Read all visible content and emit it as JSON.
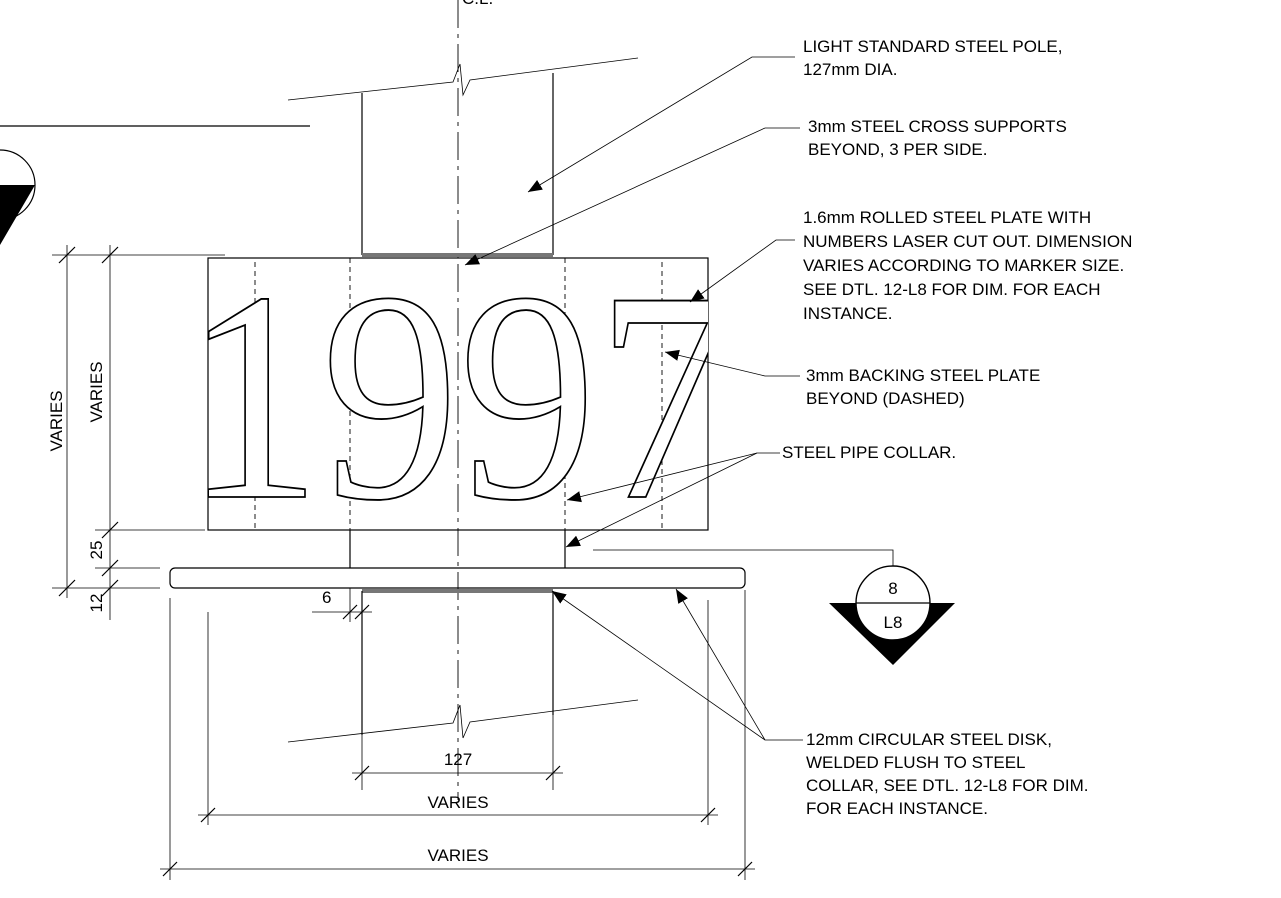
{
  "centerline_label": "C.L.",
  "marker_numbers": "1997",
  "notes": {
    "pole_line1": "LIGHT STANDARD STEEL POLE,",
    "pole_line2": "127mm DIA.",
    "cross_line1": "3mm STEEL CROSS  SUPPORTS",
    "cross_line2": "BEYOND, 3 PER SIDE.",
    "plate_line1": "1.6mm ROLLED STEEL PLATE WITH",
    "plate_line2": "NUMBERS LASER CUT OUT. DIMENSION",
    "plate_line3": "VARIES ACCORDING TO MARKER SIZE.",
    "plate_line4": "SEE DTL. 12-L8 FOR DIM. FOR EACH",
    "plate_line5": "INSTANCE.",
    "backing_line1": "3mm BACKING STEEL PLATE",
    "backing_line2": "BEYOND (DASHED)",
    "collar": "STEEL PIPE COLLAR.",
    "disk_line1": "12mm CIRCULAR STEEL DISK,",
    "disk_line2": "WELDED FLUSH TO STEEL",
    "disk_line3": "COLLAR, SEE DTL. 12-L8 FOR DIM.",
    "disk_line4": "FOR EACH INSTANCE."
  },
  "dimensions": {
    "outer_height": "VARIES",
    "inner_height": "VARIES",
    "collar_height": "25",
    "disk_thickness": "12",
    "collar_gap": "6",
    "pole_diameter": "127",
    "plate_width": "VARIES",
    "disk_width": "VARIES"
  },
  "section_marker": {
    "detail_number": "8",
    "sheet": "L8"
  }
}
